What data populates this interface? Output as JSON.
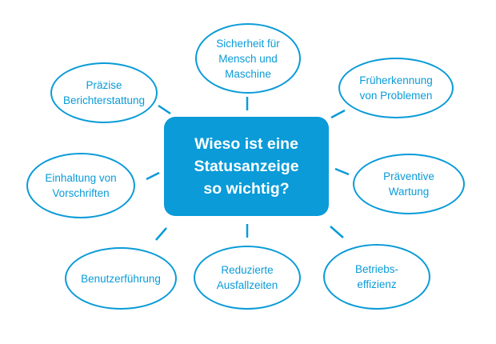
{
  "center": {
    "lines": [
      "Wieso ist eine",
      "Statusanzeige",
      "so wichtig?"
    ]
  },
  "bubbles": {
    "top": {
      "lines": [
        "Sicherheit für",
        "Mensch und",
        "Maschine"
      ]
    },
    "top_right": {
      "lines": [
        "Früherkennung",
        "von Problemen"
      ]
    },
    "right": {
      "lines": [
        "Präventive",
        "Wartung"
      ]
    },
    "bottom_right": {
      "lines": [
        "Betriebs-",
        "effizienz"
      ]
    },
    "bottom": {
      "lines": [
        "Reduzierte",
        "Ausfallzeiten"
      ]
    },
    "bottom_left": {
      "lines": [
        "Benutzerführung"
      ]
    },
    "left": {
      "lines": [
        "Einhaltung von",
        "Vorschriften"
      ]
    },
    "top_left": {
      "lines": [
        "Präzise",
        "Berichterstattung"
      ]
    }
  },
  "colors": {
    "accent": "#0a9bd8",
    "center_text": "#ffffff",
    "background": "#ffffff"
  }
}
